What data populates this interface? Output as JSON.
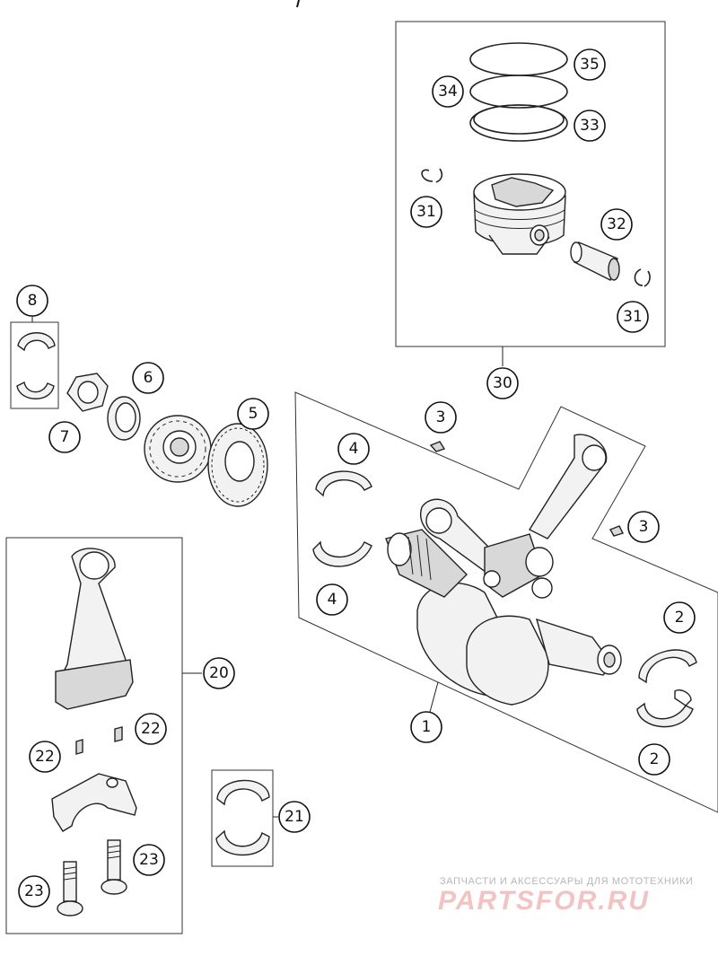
{
  "diagram": {
    "callouts": {
      "c1": "1",
      "c2a": "2",
      "c2b": "2",
      "c3a": "3",
      "c3b": "3",
      "c4a": "4",
      "c4b": "4",
      "c5": "5",
      "c6": "6",
      "c7": "7",
      "c8": "8",
      "c20": "20",
      "c21": "21",
      "c22a": "22",
      "c22b": "22",
      "c23a": "23",
      "c23b": "23",
      "c30": "30",
      "c31a": "31",
      "c31b": "31",
      "c32": "32",
      "c33": "33",
      "c34": "34",
      "c35": "35"
    }
  },
  "watermark": {
    "tagline": "ЗАПЧАСТИ И АКСЕССУАРЫ ДЛЯ МОТОТЕХНИКИ",
    "brand": "PARTSFOR.RU"
  }
}
